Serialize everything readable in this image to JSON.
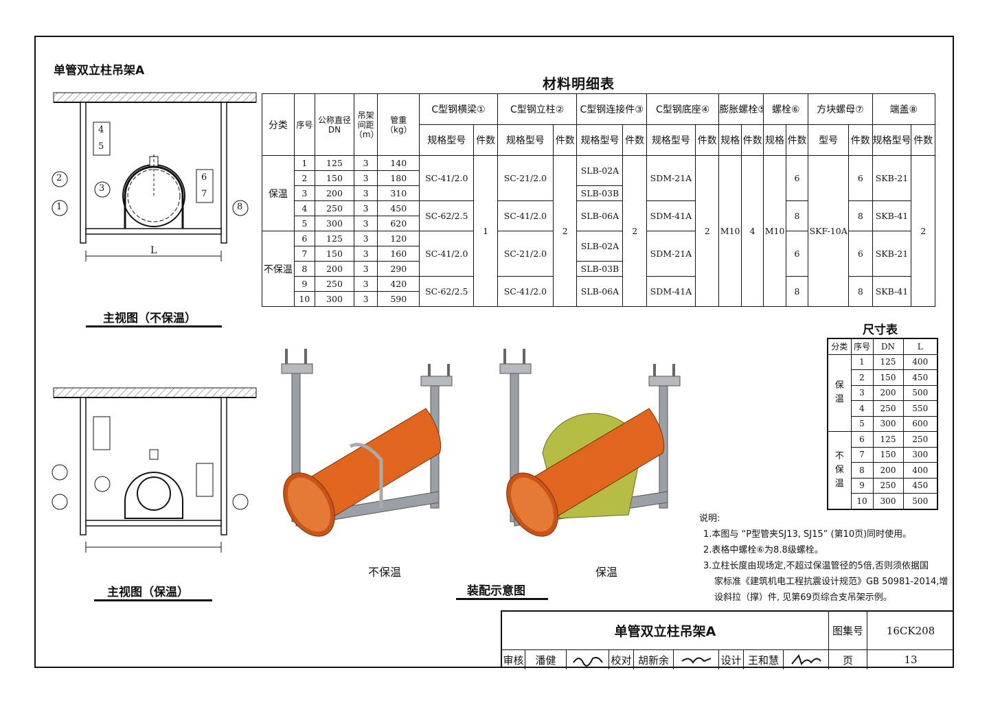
{
  "page_title": "单管双立柱吊架A",
  "materials": {
    "title": "材料明细表",
    "group_headers": [
      "分类",
      "序号",
      "公称直径\nDN",
      "吊架\n间距\n（m）",
      "管重\n（kg）"
    ],
    "component_headers": [
      "C型钢横梁①",
      "C型钢立柱②",
      "C型钢连接件③",
      "C型钢底座④",
      "膨胀螺栓⑤",
      "螺栓⑥",
      "方块螺母⑦",
      "端盖⑧"
    ],
    "sub_headers": [
      "规格型号",
      "件数",
      "规格型号",
      "件数",
      "规格型号",
      "件数",
      "规格型号",
      "件数",
      "规格",
      "件数",
      "规格",
      "件数",
      "型号",
      "件数",
      "规格型号",
      "件数"
    ],
    "categories": [
      "保温",
      "不保温"
    ],
    "rows": [
      {
        "no": "1",
        "dn": "125",
        "spacing": "3",
        "weight": "140"
      },
      {
        "no": "2",
        "dn": "150",
        "spacing": "3",
        "weight": "180"
      },
      {
        "no": "3",
        "dn": "200",
        "spacing": "3",
        "weight": "310"
      },
      {
        "no": "4",
        "dn": "250",
        "spacing": "3",
        "weight": "450"
      },
      {
        "no": "5",
        "dn": "300",
        "spacing": "3",
        "weight": "620"
      },
      {
        "no": "6",
        "dn": "125",
        "spacing": "3",
        "weight": "120"
      },
      {
        "no": "7",
        "dn": "150",
        "spacing": "3",
        "weight": "160"
      },
      {
        "no": "8",
        "dn": "200",
        "spacing": "3",
        "weight": "290"
      },
      {
        "no": "9",
        "dn": "250",
        "spacing": "3",
        "weight": "420"
      },
      {
        "no": "10",
        "dn": "300",
        "spacing": "3",
        "weight": "590"
      }
    ],
    "beam": [
      "SC-41/2.0",
      "SC-62/2.5",
      "SC-41/2.0",
      "SC-62/2.5"
    ],
    "beam_qty": "1",
    "column": [
      "SC-21/2.0",
      "SC-41/2.0",
      "SC-21/2.0",
      "SC-41/2.0"
    ],
    "column_qty": "2",
    "connector": [
      "SLB-02A",
      "SLB-03B",
      "SLB-06A",
      "SLB-02A",
      "SLB-03B",
      "SLB-06A"
    ],
    "connector_qty": "2",
    "base": [
      "SDM-21A",
      "SDM-41A",
      "SDM-21A",
      "SDM-41A"
    ],
    "base_qty": "2",
    "anchor_spec": "M10",
    "anchor_qty": "4",
    "bolt_spec": "M10",
    "bolt_qty": [
      "6",
      "8",
      "6",
      "8"
    ],
    "nut_model": "SKF-10A",
    "nut_qty": [
      "6",
      "8",
      "6",
      "8"
    ],
    "cap": [
      "SKB-21",
      "SKB-41",
      "SKB-21",
      "SKB-41"
    ],
    "cap_qty": "2"
  },
  "dimensions": {
    "title": "尺寸表",
    "headers": [
      "分类",
      "序号",
      "DN",
      "L"
    ],
    "categories": [
      "保\n温",
      "不\n保\n温"
    ],
    "rows": [
      [
        "1",
        "125",
        "400"
      ],
      [
        "2",
        "150",
        "450"
      ],
      [
        "3",
        "200",
        "500"
      ],
      [
        "4",
        "250",
        "550"
      ],
      [
        "5",
        "300",
        "600"
      ],
      [
        "6",
        "125",
        "250"
      ],
      [
        "7",
        "150",
        "300"
      ],
      [
        "8",
        "200",
        "400"
      ],
      [
        "9",
        "250",
        "450"
      ],
      [
        "10",
        "300",
        "500"
      ]
    ]
  },
  "drawings": {
    "view1_caption": "主视图（不保温）",
    "view2_caption": "主视图（保温）",
    "dim_label": "L",
    "callouts": [
      "1",
      "2",
      "3",
      "4",
      "5",
      "6",
      "7",
      "8"
    ]
  },
  "assembly": {
    "left_caption": "不保温",
    "right_caption": "保温",
    "caption": "装配示意图"
  },
  "notes": {
    "heading": "说明:",
    "lines": [
      "1.本图与 “P型管夹SJ13, SJ15” (第10页)同时使用。",
      "2.表格中螺栓⑥为8.8级螺栓。",
      "3.立柱长度由现场定,不超过保温管径的5倍,否则须依据国",
      "家标准《建筑机电工程抗震设计规范》GB 50981-2014,增",
      "设斜拉（撑）件, 见第69页综合支吊架示例。"
    ]
  },
  "title_block": {
    "name": "单管双立柱吊架A",
    "atlas_label": "图集号",
    "atlas_no": "16CK208",
    "review_label": "审核",
    "reviewer": "潘健",
    "check_label": "校对",
    "checker": "胡新余",
    "design_label": "设计",
    "designer": "王和慧",
    "page_label": "页",
    "page_no": "13"
  },
  "colors": {
    "pipe": "#e0661f",
    "insulation": "#b5bd45",
    "steel": "#8f9499",
    "line": "#111111"
  }
}
